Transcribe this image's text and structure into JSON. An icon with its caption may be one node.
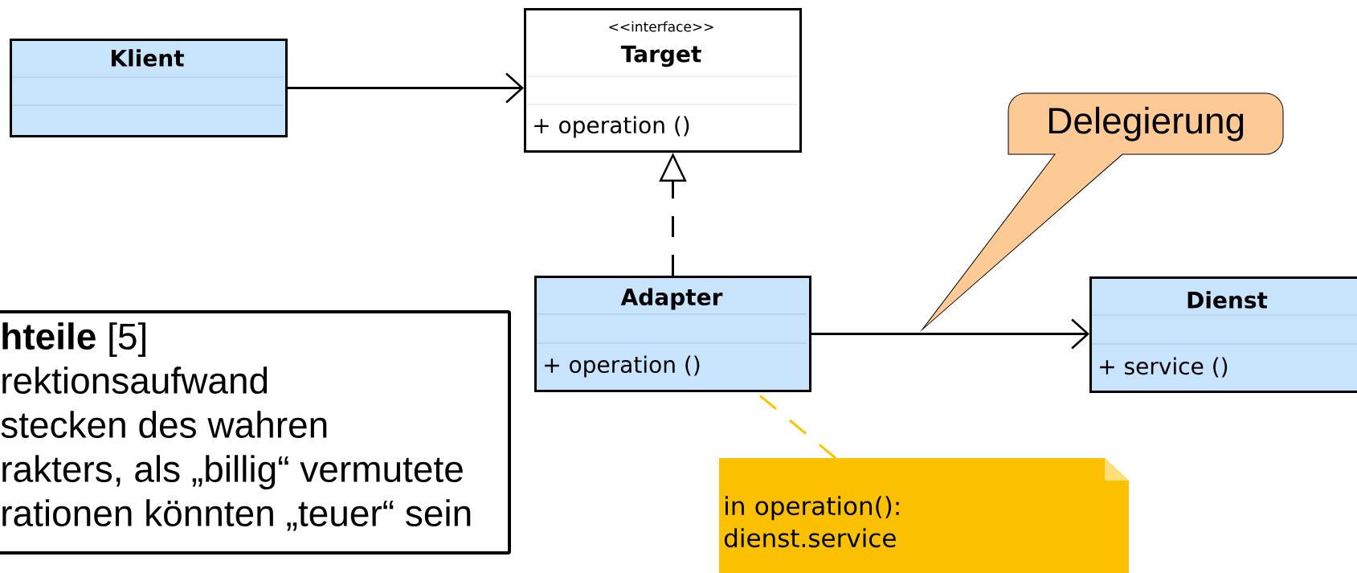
{
  "diagram": {
    "nodes": [
      {
        "text": [
          "Klient"
        ]
      },
      {
        "text": [
          "<<interface>>",
          "Target",
          "+ operation ()"
        ]
      },
      {
        "text": [
          "Delegierung"
        ]
      },
      {
        "text": [
          "Adapter",
          "+ operation ()"
        ]
      },
      {
        "text": [
          "Dienst",
          "+ service ()"
        ]
      },
      {
        "text": [
          "**hteile** [5]",
          "rektionsaufwand",
          "stecken des wahren",
          "rakters, als „billig“ vermutete",
          "rationen könnten „teuer“ sein"
        ]
      },
      {
        "text": [
          "in operation(): dienst.service"
        ]
      }
    ],
    "edges": [
      {
        "from": 0,
        "to": 1,
        "arrow": "to"
      },
      {
        "from": 3,
        "to": 1,
        "arrow": "to",
        "style": "dashed"
      },
      {
        "from": 3,
        "to": 4,
        "arrow": "to"
      },
      {
        "from": 6,
        "to": 3,
        "arrow": "none",
        "style": "dashed",
        "color": "#fbc400"
      }
    ]
  }
}
